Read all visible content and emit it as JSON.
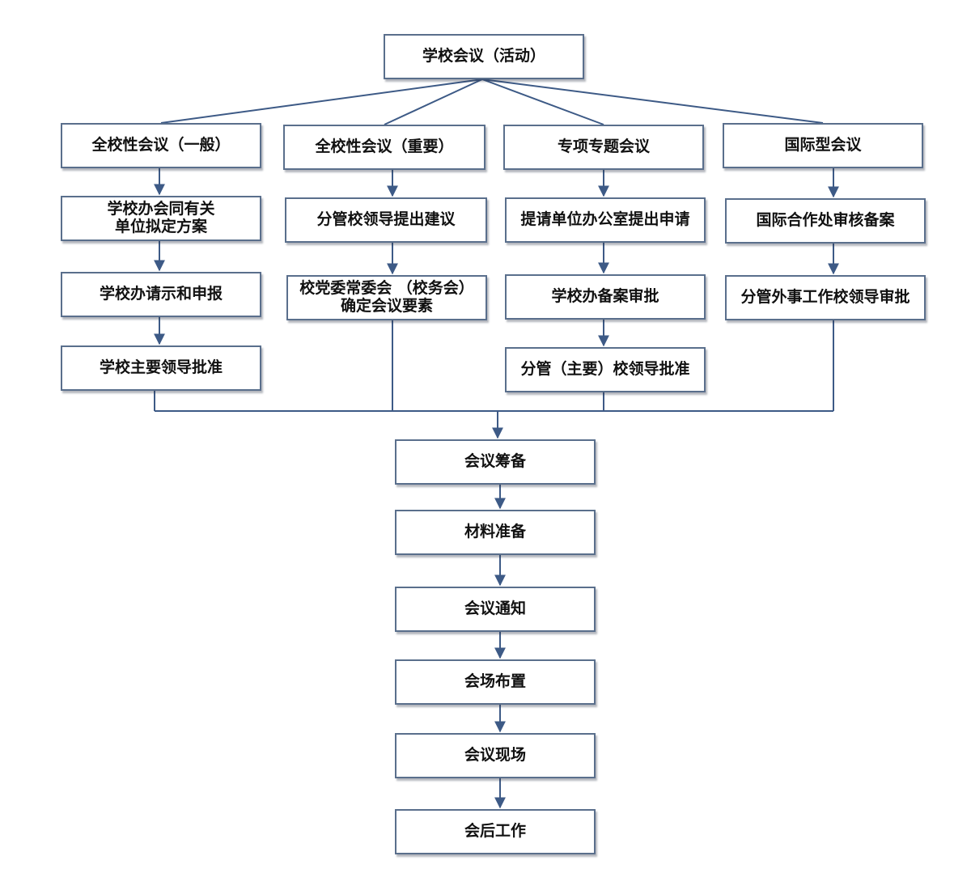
{
  "colors": {
    "connector": "#3d5a86",
    "box_border": "#5a6f8c",
    "text": "#111111"
  },
  "root": {
    "label": "学校会议（活动）"
  },
  "branches": [
    {
      "title": "全校性会议（一般）",
      "steps": [
        "学校办会同有关\n单位拟定方案",
        "学校办请示和申报",
        "学校主要领导批准"
      ]
    },
    {
      "title": "全校性会议（重要）",
      "steps": [
        "分管校领导提出建议",
        "校党委常委会 （校务会）\n确定会议要素"
      ]
    },
    {
      "title": "专项专题会议",
      "steps": [
        "提请单位办公室提出申请",
        "学校办备案审批",
        "分管（主要）校领导批准"
      ]
    },
    {
      "title": "国际型会议",
      "steps": [
        "国际合作处审核备案",
        "分管外事工作校领导审批"
      ]
    }
  ],
  "main_flow": [
    "会议筹备",
    "材料准备",
    "会议通知",
    "会场布置",
    "会议现场",
    "会后工作"
  ]
}
